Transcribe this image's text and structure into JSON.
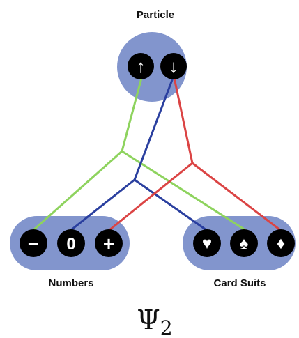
{
  "labels": {
    "particle": "Particle",
    "numbers": "Numbers",
    "card_suits": "Card Suits"
  },
  "psi": {
    "symbol": "Ψ",
    "subscript": "2"
  },
  "particle_states": [
    {
      "name": "spin-up",
      "glyph": "↑",
      "icon": "arrow-up-icon"
    },
    {
      "name": "spin-down",
      "glyph": "↓",
      "icon": "arrow-down-icon"
    }
  ],
  "numbers": [
    {
      "name": "minus",
      "glyph": "−",
      "icon": "minus-icon"
    },
    {
      "name": "zero",
      "glyph": "0",
      "icon": "zero-icon"
    },
    {
      "name": "plus",
      "glyph": "+",
      "icon": "plus-icon"
    }
  ],
  "suits": [
    {
      "name": "heart",
      "glyph": "♥",
      "icon": "heart-icon"
    },
    {
      "name": "spade",
      "glyph": "♠",
      "icon": "spade-icon"
    },
    {
      "name": "diamond",
      "glyph": "♦",
      "icon": "diamond-icon"
    }
  ],
  "colors": {
    "group_fill": "#8295cd",
    "node_fill": "#000000",
    "green": "#8ed35e",
    "blue": "#2a3f9f",
    "red": "#db4444"
  }
}
